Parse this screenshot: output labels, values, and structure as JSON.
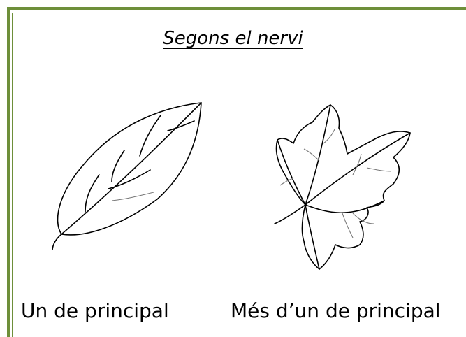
{
  "document": {
    "title": "Segons el nervi",
    "figures": [
      {
        "caption": "Un de principal",
        "icon": "simple-leaf-icon"
      },
      {
        "caption": "Més d’un de principal",
        "icon": "maple-leaf-icon"
      }
    ],
    "colors": {
      "border": "#6e8f3a",
      "ink": "#000000",
      "vein": "#777777"
    }
  }
}
